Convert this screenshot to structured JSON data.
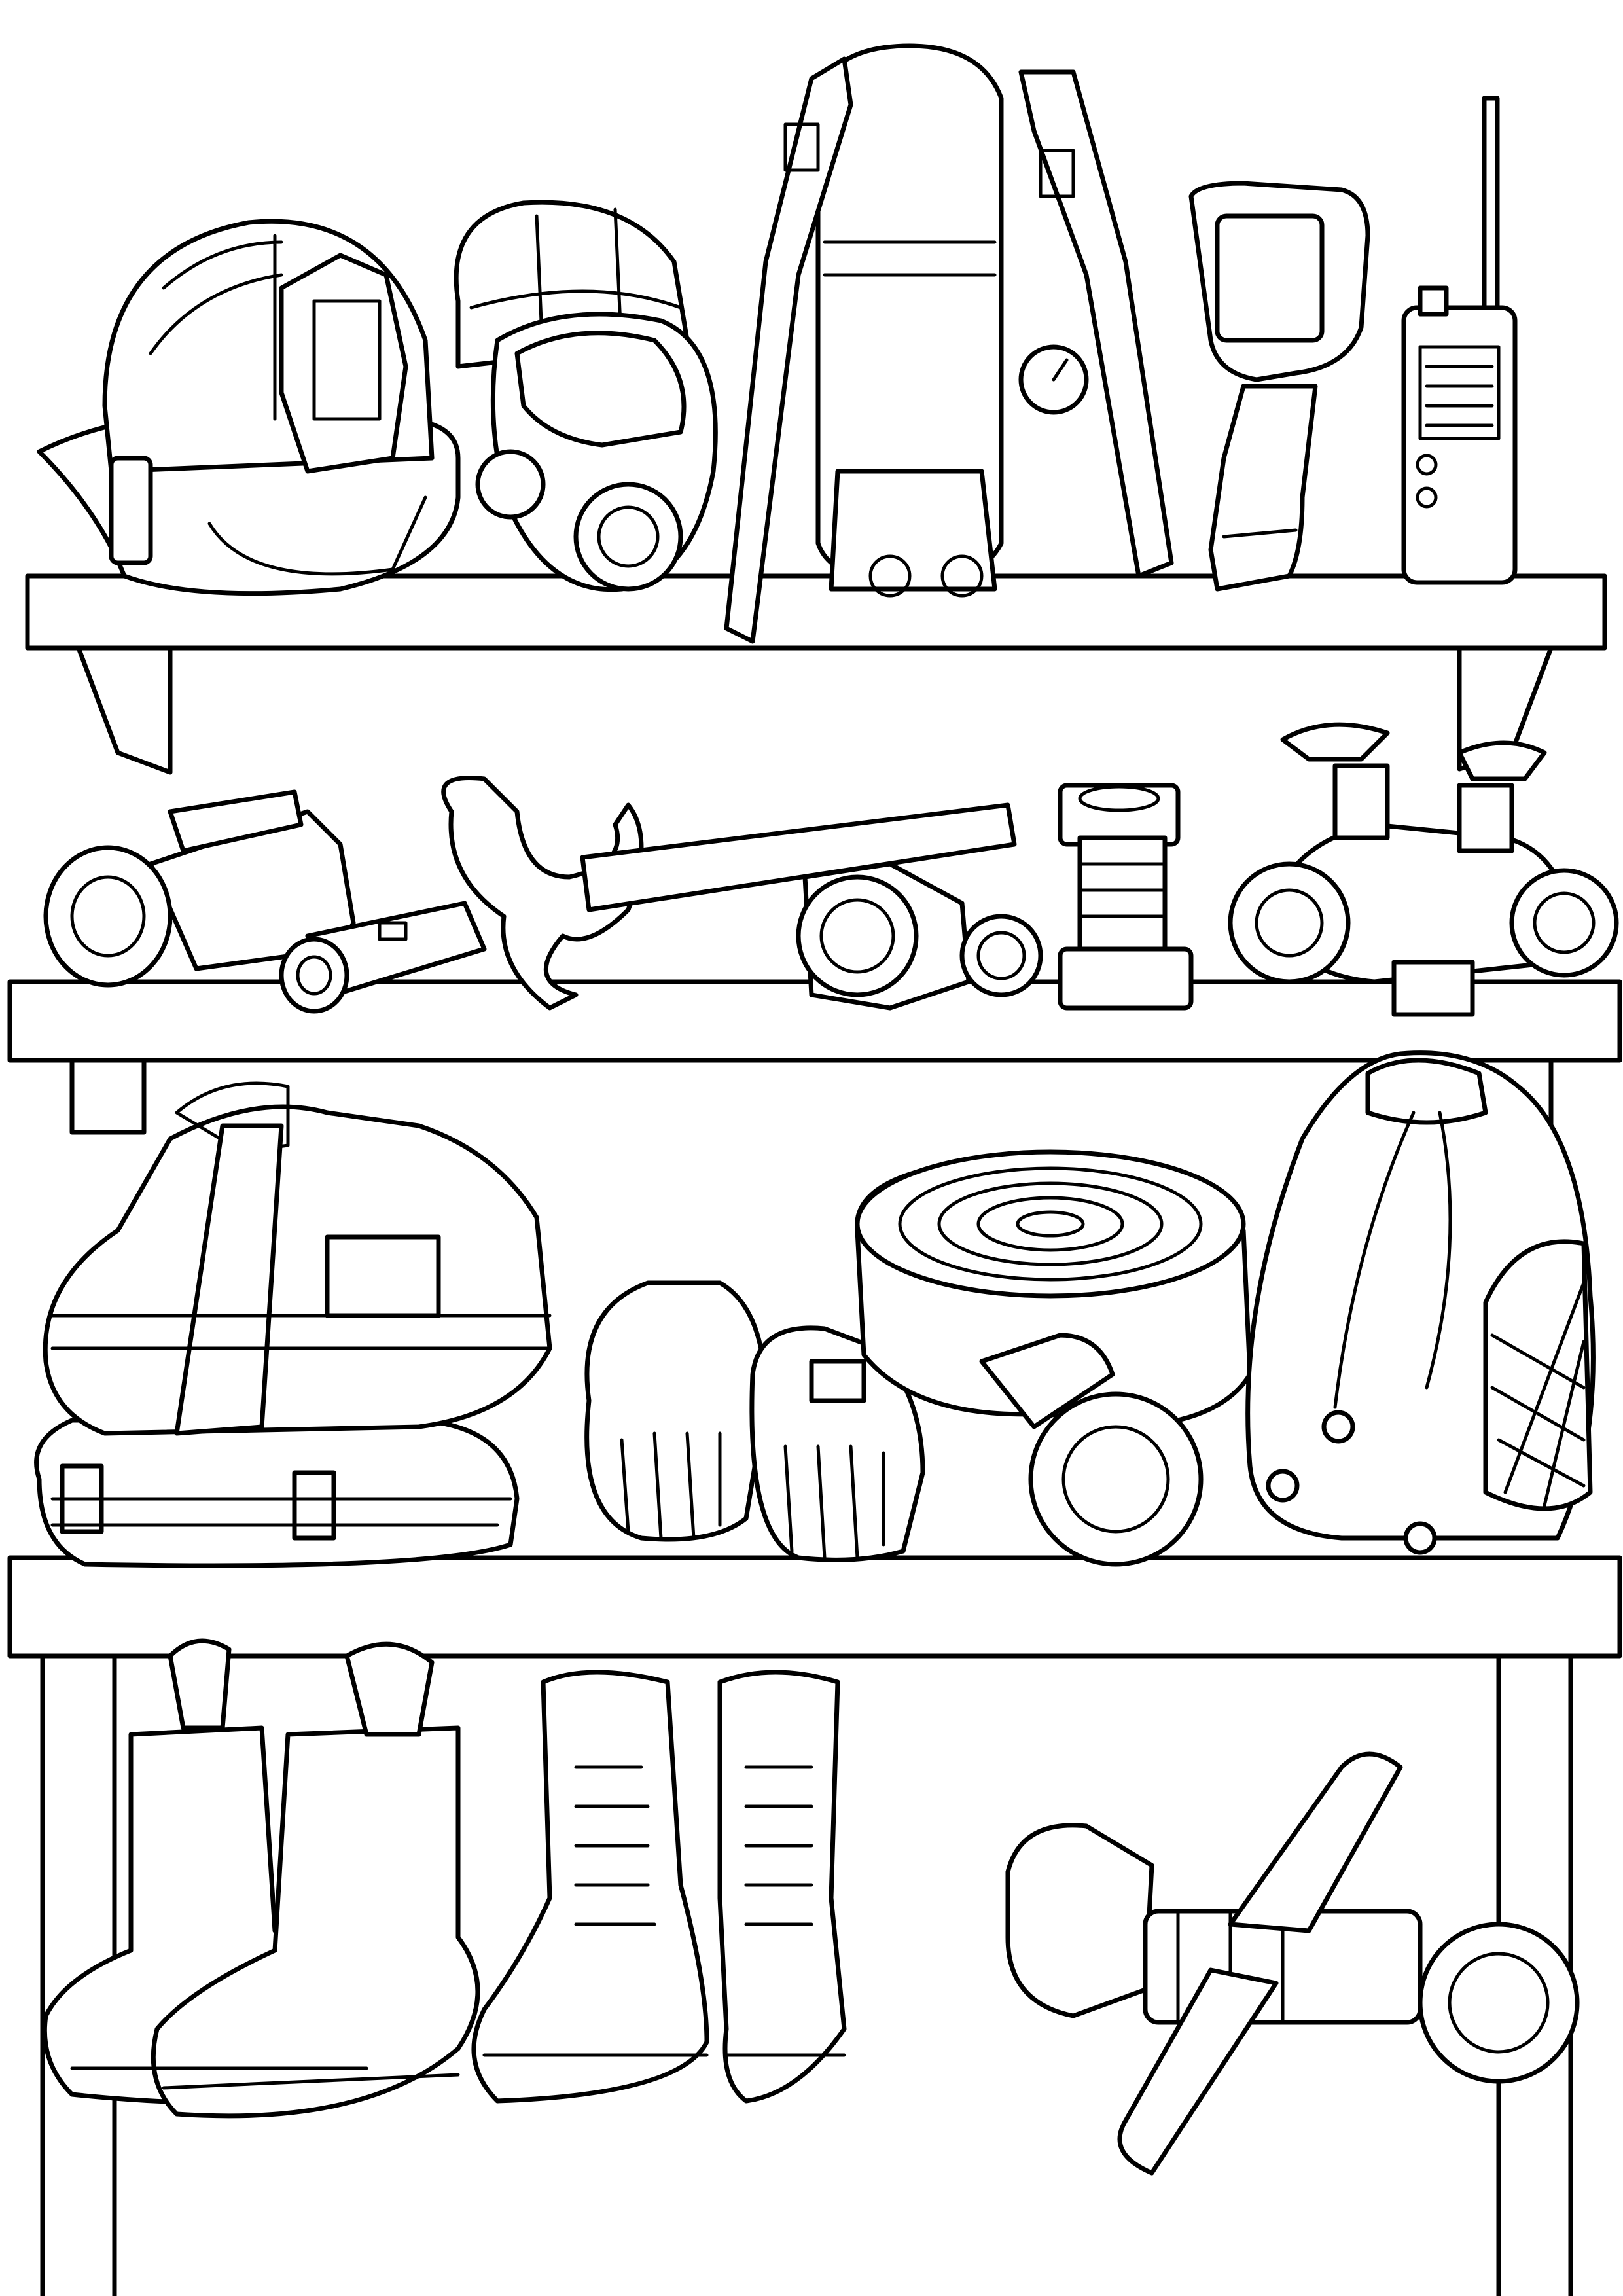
{
  "page": {
    "theme": "firefighter equipment shelf coloring page",
    "background": "#ffffff",
    "line_color": "#000000"
  },
  "shelves": [
    {
      "items": [
        "fire-helmet",
        "scba-face-mask",
        "air-tank-harness",
        "thermal-camera",
        "two-way-radio"
      ]
    },
    {
      "items": [
        "large-flashlight",
        "small-flashlight",
        "hydrant-wrench",
        "hose-coupling",
        "hose-adapter",
        "fire-hydrant-valves"
      ]
    },
    {
      "items": [
        "folded-turnout-gear",
        "fire-gloves",
        "rolled-fire-hose",
        "rope-bag"
      ]
    },
    {
      "items": [
        "rubber-boots",
        "laced-boots",
        "hose-nozzle"
      ]
    }
  ]
}
